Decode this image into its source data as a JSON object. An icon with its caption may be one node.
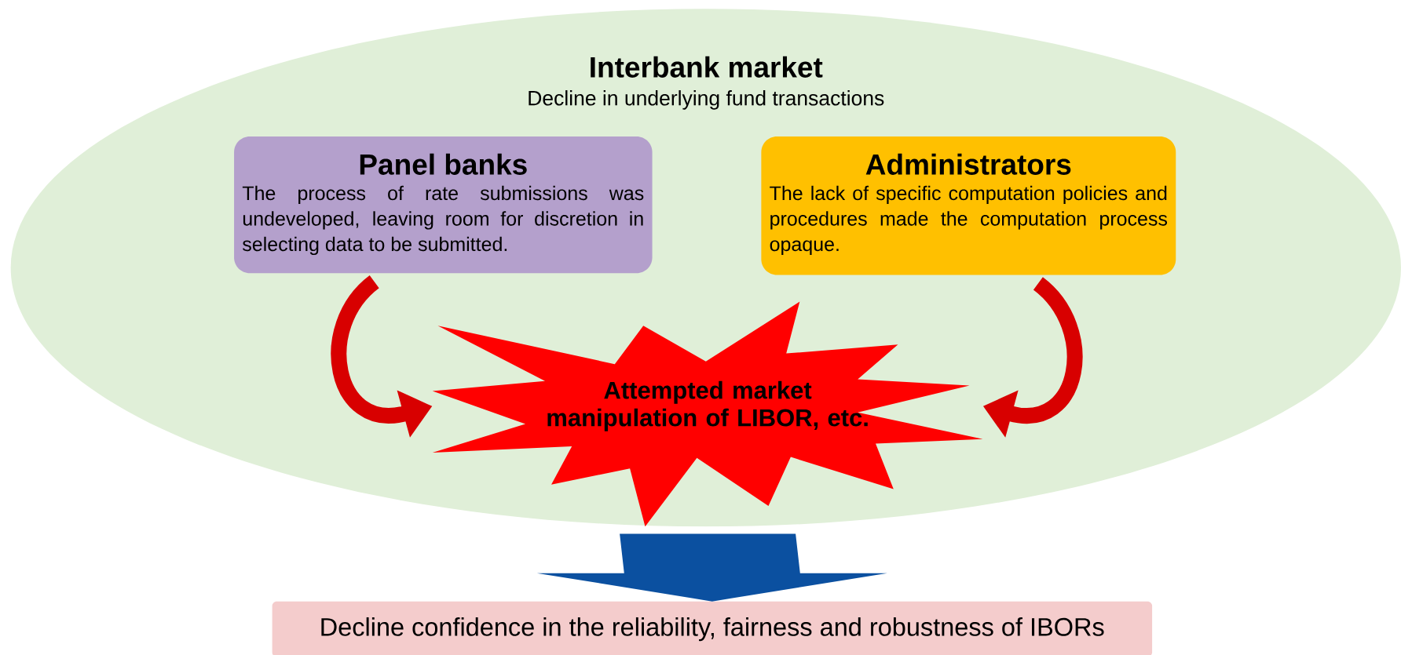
{
  "diagram": {
    "nodes": [
      {
        "text": [
          "Interbank market",
          "Decline in underlying fund transactions"
        ]
      },
      {
        "text": [
          "Panel banks",
          "The process of rate submissions was undeveloped, leaving room for discretion in selecting data to be submitted."
        ],
        "in": 0
      },
      {
        "text": [
          "Administrators",
          "The lack of specific computation policies and procedures made the computation process opaque."
        ],
        "in": 0
      },
      {
        "text": [
          "Attempted market manipulation of LIBOR, etc."
        ],
        "in": 0
      },
      {
        "text": [
          "Decline confidence in the reliability, fairness and robustness of IBORs"
        ]
      }
    ],
    "edges": [
      {
        "from": 1,
        "to": 3,
        "arrow": "to"
      },
      {
        "from": 2,
        "to": 3,
        "arrow": "to"
      },
      {
        "from": 3,
        "to": 4,
        "arrow": "to",
        "color": "#0b50a0"
      }
    ]
  }
}
